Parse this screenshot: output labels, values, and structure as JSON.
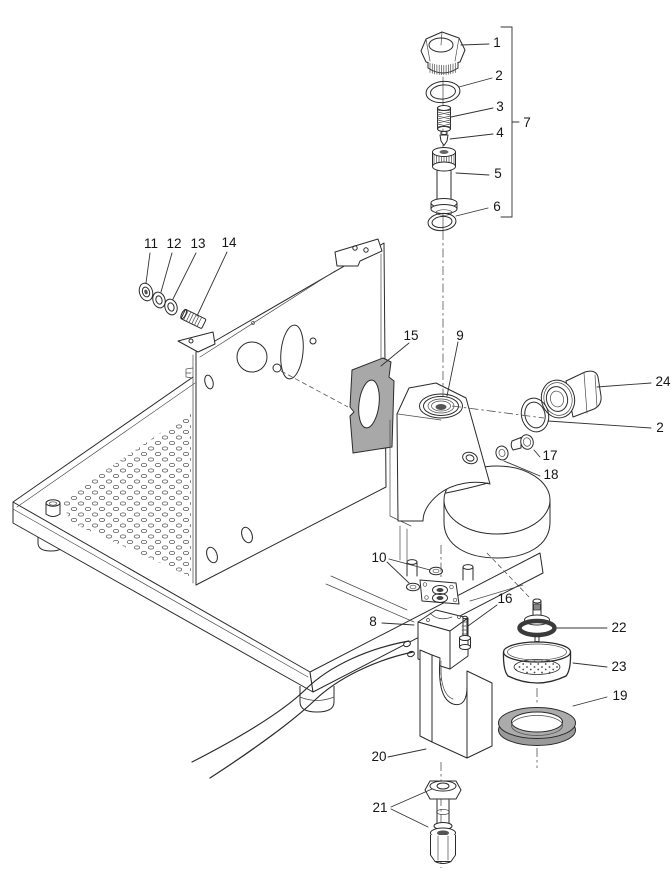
{
  "diagram": {
    "type": "exploded-parts-diagram",
    "background": "#ffffff",
    "line_color": "#2b2b2b",
    "gasket_color": "#a8a8a8",
    "callouts": [
      {
        "label": "1"
      },
      {
        "label": "2"
      },
      {
        "label": "3"
      },
      {
        "label": "4"
      },
      {
        "label": "5"
      },
      {
        "label": "6"
      },
      {
        "label": "7"
      },
      {
        "label": "8"
      },
      {
        "label": "9"
      },
      {
        "label": "10"
      },
      {
        "label": "11"
      },
      {
        "label": "12"
      },
      {
        "label": "13"
      },
      {
        "label": "14"
      },
      {
        "label": "15"
      },
      {
        "label": "16"
      },
      {
        "label": "17"
      },
      {
        "label": "18"
      },
      {
        "label": "19"
      },
      {
        "label": "20"
      },
      {
        "label": "21"
      },
      {
        "label": "22"
      },
      {
        "label": "23"
      },
      {
        "label": "24"
      },
      {
        "label": "2"
      }
    ]
  }
}
